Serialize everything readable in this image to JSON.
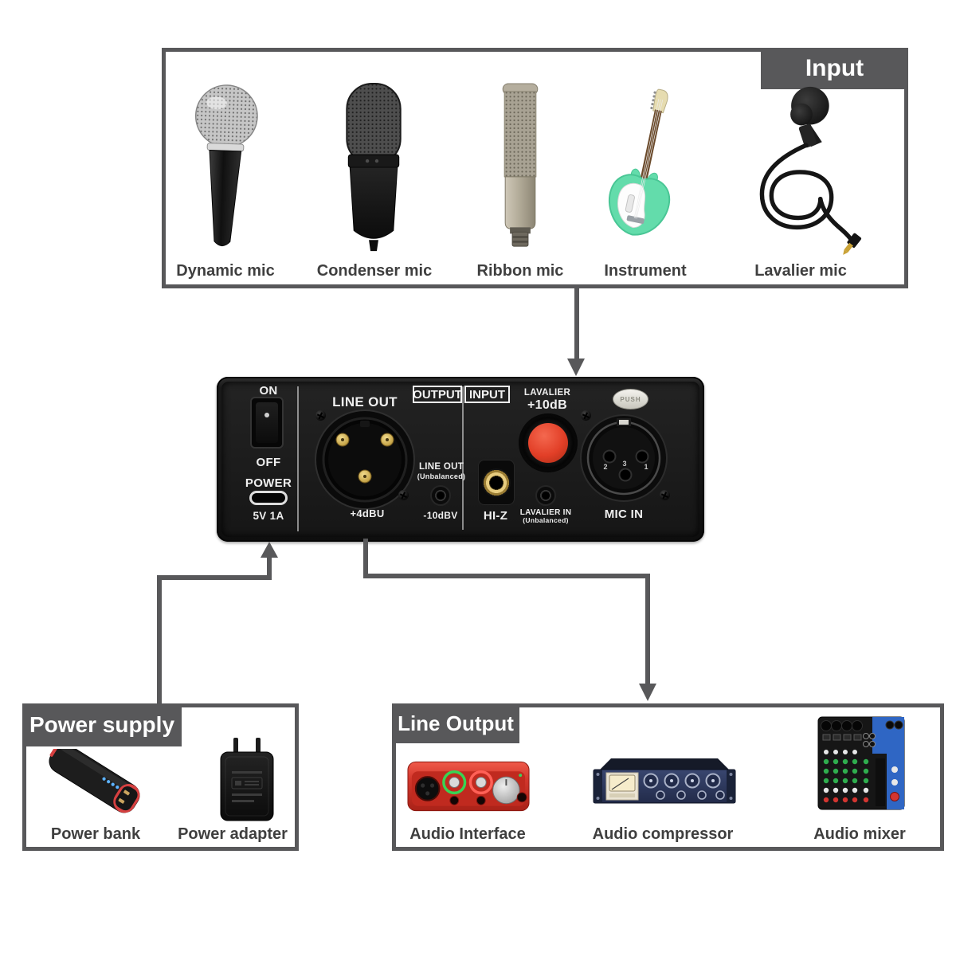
{
  "colors": {
    "frame_gray": "#58585a",
    "label_text": "#3f3f3f",
    "device_black": "#171717",
    "gold": "#cfa94e",
    "red_button": "#e23f27",
    "led_blue": "#57b0ff",
    "guitar_mint": "#63dcab",
    "interface_red": "#d3372c",
    "compressor_navy": "#2b3555",
    "mixer_blue": "#2f66c4"
  },
  "input_box": {
    "title": "Input",
    "items": [
      {
        "label": "Dynamic mic"
      },
      {
        "label": "Condenser mic"
      },
      {
        "label": "Ribbon mic"
      },
      {
        "label": "Instrument"
      },
      {
        "label": "Lavalier mic"
      }
    ]
  },
  "device": {
    "power_switch": {
      "on": "ON",
      "off": "OFF",
      "power": "POWER",
      "usb_rating": "5V 1A"
    },
    "line_out_xlr": {
      "label": "LINE OUT",
      "level": "+4dBU"
    },
    "sections": {
      "output": "OUTPUT",
      "input": "INPUT"
    },
    "line_out_unbalanced": {
      "line1": "LINE OUT",
      "line2": "(Unbalanced)",
      "level": "-10dBV"
    },
    "hi_z": {
      "label": "HI-Z"
    },
    "lavalier_gain": {
      "line1": "LAVALIER",
      "line2": "+10dB"
    },
    "lavalier_in": {
      "line1": "LAVALIER IN",
      "line2": "(Unbalanced)"
    },
    "mic_in": {
      "label": "MIC IN",
      "push_tab": "PUSH",
      "pin_1": "1",
      "pin_2": "2",
      "pin_3": "3"
    }
  },
  "power_supply_box": {
    "title": "Power supply",
    "items": [
      {
        "label": "Power bank"
      },
      {
        "label": "Power adapter"
      }
    ]
  },
  "line_output_box": {
    "title": "Line Output",
    "items": [
      {
        "label": "Audio Interface"
      },
      {
        "label": "Audio compressor"
      },
      {
        "label": "Audio mixer"
      }
    ]
  }
}
